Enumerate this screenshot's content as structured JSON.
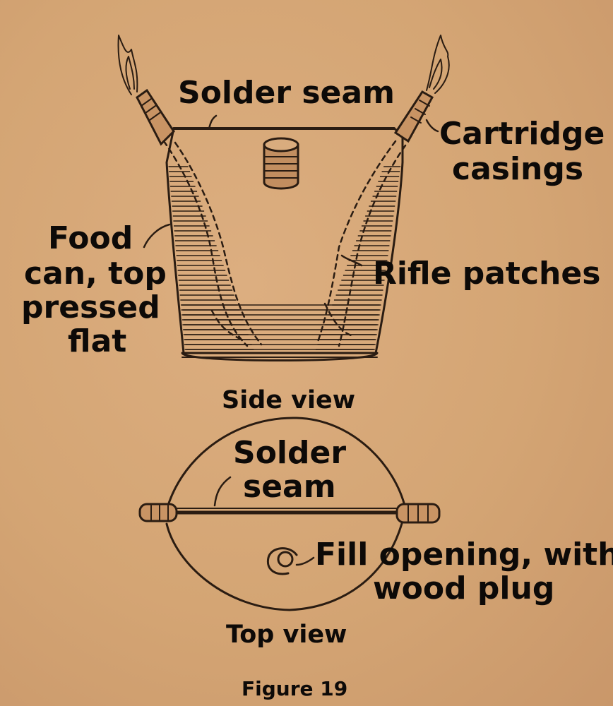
{
  "labels": {
    "solder_seam_side": "Solder seam",
    "cartridge_casings": [
      "Cartridge",
      "casings"
    ],
    "food_can": [
      "Food",
      "can, top",
      "pressed",
      "flat"
    ],
    "rifle_patches": "Rifle patches",
    "side_view": "Side view",
    "solder_seam_top": [
      "Solder",
      "seam"
    ],
    "fill_opening": [
      "Fill opening, with",
      "wood plug"
    ],
    "top_view": "Top view",
    "figure": "Figure 19"
  },
  "colors": {
    "paper": "#d4a574",
    "ink": "#2a1c12",
    "text": "#0d0a08"
  }
}
